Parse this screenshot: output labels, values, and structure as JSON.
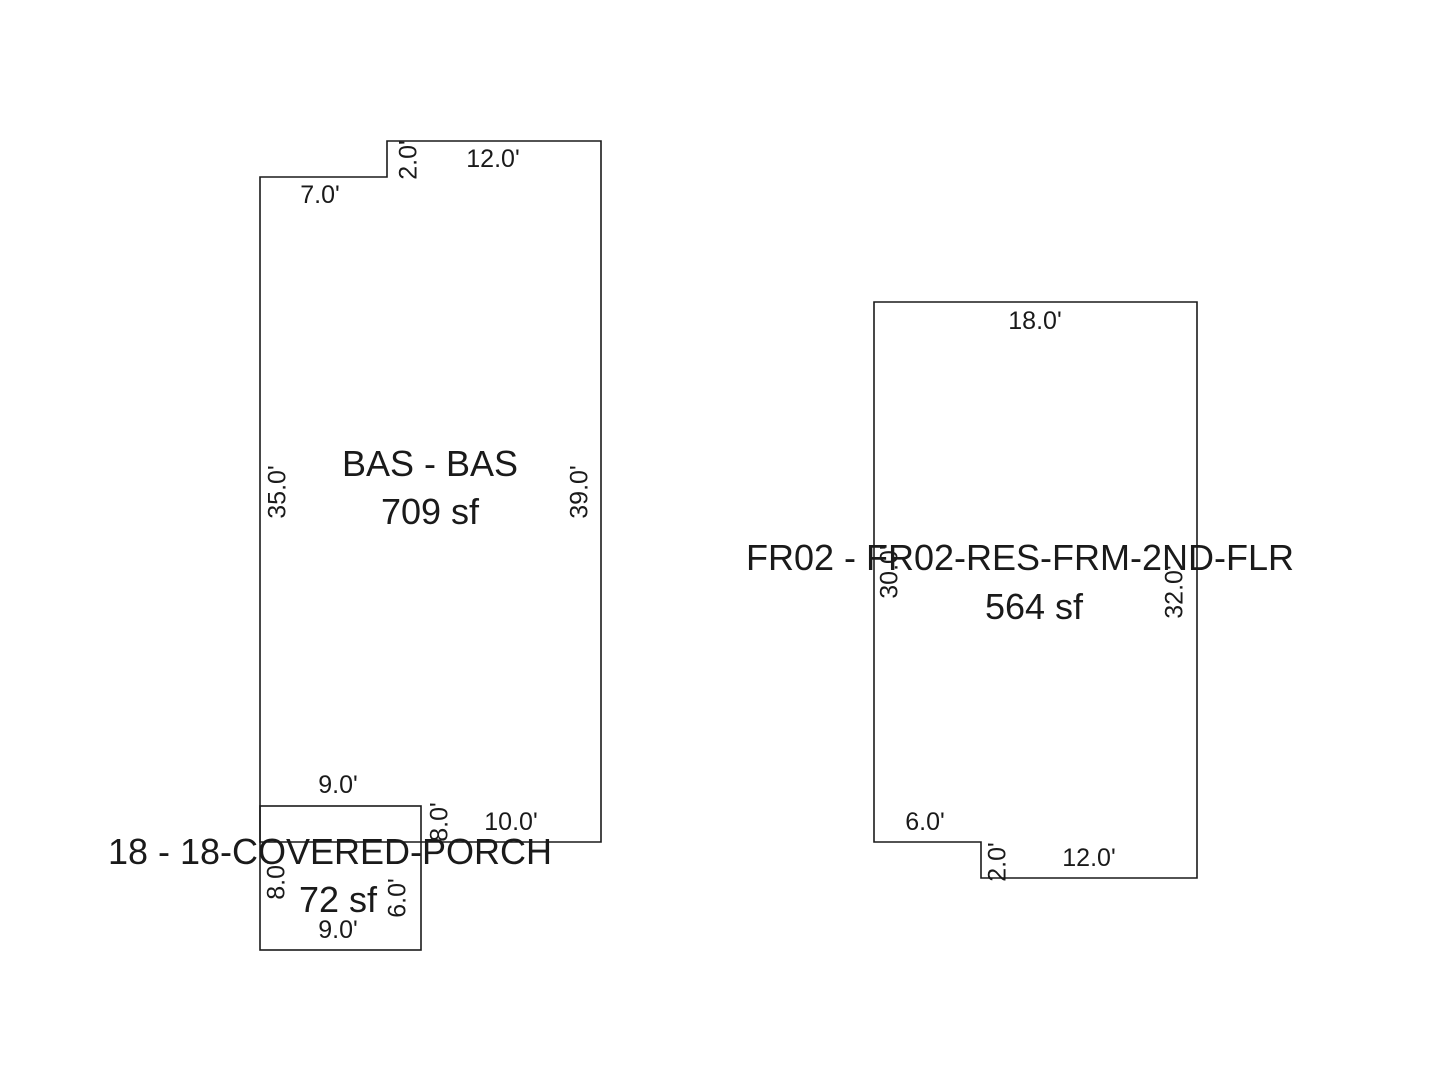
{
  "colors": {
    "line": "#1a1a1a",
    "background": "#ffffff"
  },
  "areas": {
    "bas": {
      "title": "BAS - BAS",
      "area": "709 sf",
      "dims": {
        "top_left_step": "7.0'",
        "step_rise": "2.0'",
        "top": "12.0'",
        "left": "35.0'",
        "right": "39.0'",
        "bottom_left": "9.0'",
        "bottom_right": "10.0'"
      }
    },
    "porch": {
      "title": "18 - 18-COVERED-PORCH",
      "area": "72 sf",
      "dims": {
        "top": "9.0'",
        "bottom": "9.0'",
        "left": "8.0'",
        "right_upper": "8.0'",
        "right_lower": "6.0'"
      }
    },
    "fr02": {
      "title": "FR02 - FR02-RES-FRM-2ND-FLR",
      "area": "564 sf",
      "dims": {
        "top": "18.0'",
        "left": "30.0'",
        "right": "32.0'",
        "bottom_left": "6.0'",
        "step_rise": "2.0'",
        "bottom_right": "12.0'"
      }
    }
  }
}
